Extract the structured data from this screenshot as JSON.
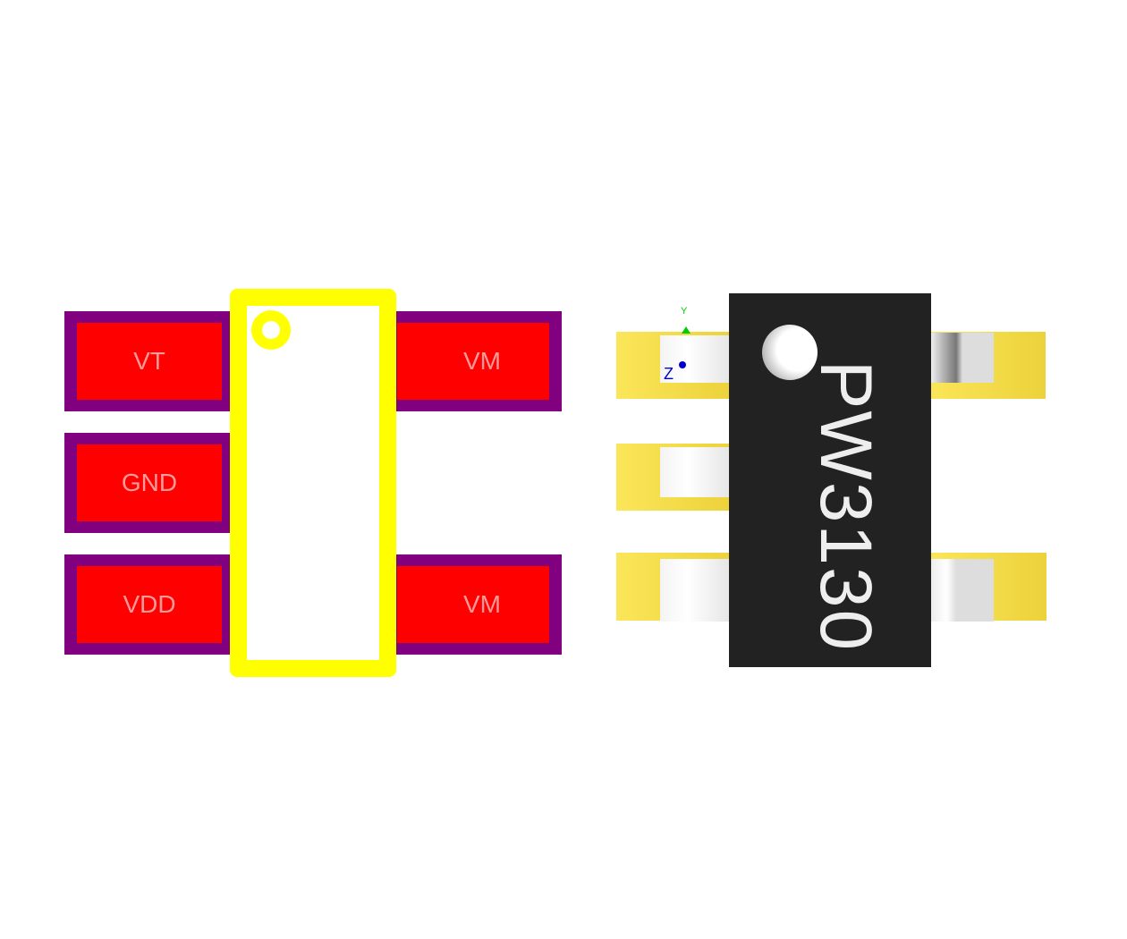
{
  "footprint": {
    "pads": [
      {
        "label": "VT"
      },
      {
        "label": "VM"
      },
      {
        "label": "GND"
      },
      {
        "label": "VDD"
      },
      {
        "label": "VM"
      }
    ]
  },
  "model3d": {
    "marking": "PW3130",
    "axis_y": "Y",
    "axis_z": "Z"
  },
  "colors": {
    "pad_outline": "#800080",
    "pad": "#ff0000",
    "silkscreen": "#ffff00",
    "copper_3d": "#f2d840",
    "body": "#222222"
  }
}
